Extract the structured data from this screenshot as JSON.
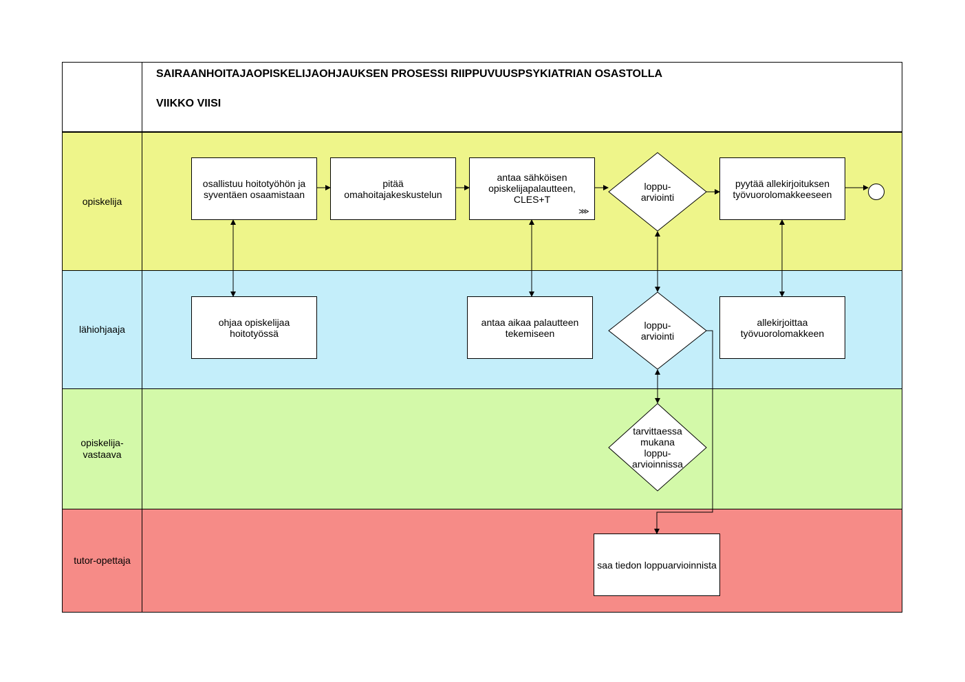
{
  "header": {
    "title": "SAIRAANHOITAJAOPISKELIJAOHJAUKSEN PROSESSI RIIPPUVUUSPSYKIATRIAN OSASTOLLA",
    "subtitle": "VIIKKO VIISI"
  },
  "lanes": [
    {
      "label": "opiskelija",
      "color": "#eef58a"
    },
    {
      "label": "lähiohjaaja",
      "color": "#c4eefa"
    },
    {
      "label": "opiskelija-\nvastaava",
      "color": "#d3f9a9"
    },
    {
      "label": "tutor-opettaja",
      "color": "#f68b87"
    }
  ],
  "nodes": {
    "osallistuu": "osallistuu hoitotyöhön ja syventäen osaamistaan",
    "pitaa": "pitää omahoitajakeskustelun",
    "antaa_palaute": "antaa sähköisen opiskelijapalautteen, CLES+T",
    "loppuarviointi_opiskelija": "loppu-\narviointi",
    "pyytaa": "pyytää allekirjoituksen työvuorolomakkeeseen",
    "ohjaa": "ohjaa opiskelijaa hoitotyössä",
    "antaa_aikaa": "antaa aikaa palautteen tekemiseen",
    "loppuarviointi_lahiohjaaja": "loppu-\narviointi",
    "allekirjoittaa": "allekirjoittaa työvuorolomakkeen",
    "tarvittaessa": "tarvittaessa\nmukana\nloppu-\narvioinnissa",
    "saa_tiedon": "saa tiedon loppuarvioinnista"
  },
  "icons": {
    "end_event": "end-event-circle",
    "multi_instance": "multi-instance-icon",
    "multi_instance_glyph": "⋙"
  }
}
